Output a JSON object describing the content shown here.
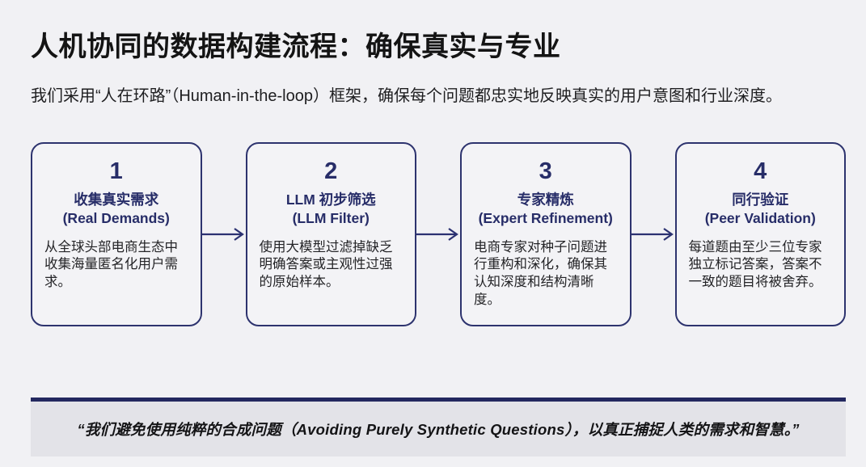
{
  "page": {
    "title": "人机协同的数据构建流程：确保真实与专业",
    "subtitle": "我们采用“人在环路”（Human-in-the-loop）框架，确保每个问题都忠实地反映真实的用户意图和行业深度。"
  },
  "steps": [
    {
      "number": "1",
      "title_zh": "收集真实需求",
      "title_en": "(Real Demands)",
      "description": "从全球头部电商生态中收集海量匿名化用户需求。"
    },
    {
      "number": "2",
      "title_zh": "LLM 初步筛选",
      "title_en": "(LLM Filter)",
      "description": "使用大模型过滤掉缺乏明确答案或主观性过强的原始样本。"
    },
    {
      "number": "3",
      "title_zh": "专家精炼",
      "title_en": "(Expert Refinement)",
      "description": "电商专家对种子问题进行重构和深化，确保其认知深度和结构清晰度。"
    },
    {
      "number": "4",
      "title_zh": "同行验证",
      "title_en": "(Peer Validation)",
      "description": "每道题由至少三位专家独立标记答案，答案不一致的题目将被舍弃。"
    }
  ],
  "quote": {
    "text": "“我们避免使用纯粹的合成问题（Avoiding Purely Synthetic Questions），以真正捕捉人类的需求和智慧。”"
  },
  "colors": {
    "accent_navy": "#2b3171",
    "page_background": "#f1f1f4",
    "quote_background": "#e3e3e8",
    "quote_border": "#23285f",
    "body_text": "#242427"
  }
}
